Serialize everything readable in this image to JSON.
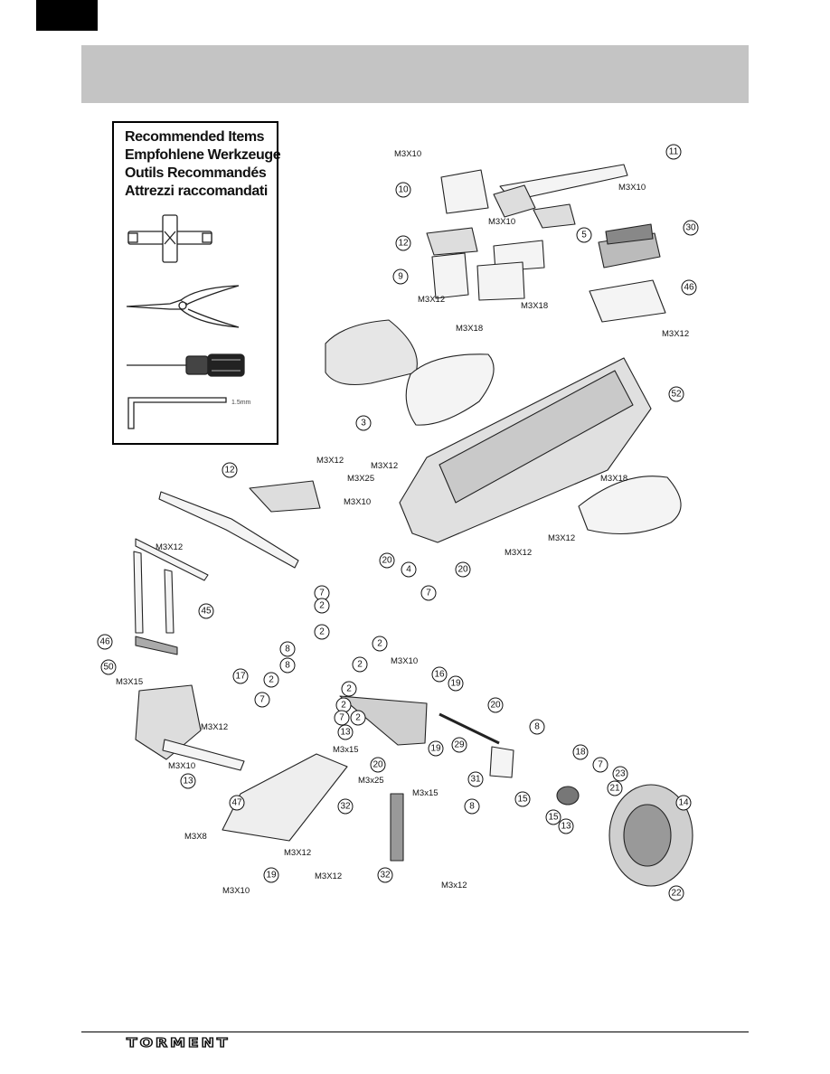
{
  "recommended_items": {
    "titles": [
      "Recommended Items",
      "Empfohlene Werkzeuge",
      "Outils Recommandés",
      "Attrezzi raccomandati"
    ],
    "tools": [
      {
        "name": "cross-wrench"
      },
      {
        "name": "needle-nose-pliers"
      },
      {
        "name": "screwdriver"
      },
      {
        "name": "hex-wrench",
        "label": "1.5mm"
      }
    ]
  },
  "callouts": [
    {
      "id": "11",
      "n": "11"
    },
    {
      "id": "10",
      "n": "10"
    },
    {
      "id": "30",
      "n": "30"
    },
    {
      "id": "12a",
      "n": "12"
    },
    {
      "id": "5",
      "n": "5"
    },
    {
      "id": "9",
      "n": "9"
    },
    {
      "id": "46a",
      "n": "46"
    },
    {
      "id": "3",
      "n": "3"
    },
    {
      "id": "52",
      "n": "52"
    },
    {
      "id": "12b",
      "n": "12"
    },
    {
      "id": "45",
      "n": "45"
    },
    {
      "id": "46b",
      "n": "46"
    },
    {
      "id": "50",
      "n": "50"
    },
    {
      "id": "20a",
      "n": "20"
    },
    {
      "id": "4",
      "n": "4"
    },
    {
      "id": "20b",
      "n": "20"
    },
    {
      "id": "7a",
      "n": "7"
    },
    {
      "id": "2a",
      "n": "2"
    },
    {
      "id": "7b",
      "n": "7"
    },
    {
      "id": "2b",
      "n": "2"
    },
    {
      "id": "8a",
      "n": "8"
    },
    {
      "id": "2c",
      "n": "2"
    },
    {
      "id": "8b",
      "n": "8"
    },
    {
      "id": "2d",
      "n": "2"
    },
    {
      "id": "2e",
      "n": "2"
    },
    {
      "id": "2f",
      "n": "2"
    },
    {
      "id": "7c",
      "n": "7"
    },
    {
      "id": "2g",
      "n": "2"
    },
    {
      "id": "7d",
      "n": "7"
    },
    {
      "id": "2h",
      "n": "2"
    },
    {
      "id": "17",
      "n": "17"
    },
    {
      "id": "16",
      "n": "16"
    },
    {
      "id": "19a",
      "n": "19"
    },
    {
      "id": "20c",
      "n": "20"
    },
    {
      "id": "8c",
      "n": "8"
    },
    {
      "id": "13a",
      "n": "13"
    },
    {
      "id": "29",
      "n": "29"
    },
    {
      "id": "19b",
      "n": "19"
    },
    {
      "id": "20d",
      "n": "20"
    },
    {
      "id": "13b",
      "n": "13"
    },
    {
      "id": "18",
      "n": "18"
    },
    {
      "id": "7e",
      "n": "7"
    },
    {
      "id": "31",
      "n": "31"
    },
    {
      "id": "23",
      "n": "23"
    },
    {
      "id": "47",
      "n": "47"
    },
    {
      "id": "32a",
      "n": "32"
    },
    {
      "id": "8d",
      "n": "8"
    },
    {
      "id": "15a",
      "n": "15"
    },
    {
      "id": "21",
      "n": "21"
    },
    {
      "id": "14",
      "n": "14"
    },
    {
      "id": "15b",
      "n": "15"
    },
    {
      "id": "13c",
      "n": "13"
    },
    {
      "id": "19c",
      "n": "19"
    },
    {
      "id": "32b",
      "n": "32"
    },
    {
      "id": "22",
      "n": "22"
    }
  ],
  "screw_labels": [
    {
      "id": "s1",
      "text": "M3X10"
    },
    {
      "id": "s2",
      "text": "M3X10"
    },
    {
      "id": "s3",
      "text": "M3X10"
    },
    {
      "id": "s4",
      "text": "M3X12"
    },
    {
      "id": "s5",
      "text": "M3X18"
    },
    {
      "id": "s6",
      "text": "M3X18"
    },
    {
      "id": "s7",
      "text": "M3X12"
    },
    {
      "id": "s8",
      "text": "M3X12"
    },
    {
      "id": "s9",
      "text": "M3X12"
    },
    {
      "id": "s10",
      "text": "M3X25"
    },
    {
      "id": "s11",
      "text": "M3X10"
    },
    {
      "id": "s12",
      "text": "M3X18"
    },
    {
      "id": "s13",
      "text": "M3X12"
    },
    {
      "id": "s14",
      "text": "M3X12"
    },
    {
      "id": "s15",
      "text": "M3X12"
    },
    {
      "id": "s16",
      "text": "M3X10"
    },
    {
      "id": "s17",
      "text": "M3X15"
    },
    {
      "id": "s18",
      "text": "M3X12"
    },
    {
      "id": "s19",
      "text": "M3X10"
    },
    {
      "id": "s20",
      "text": "M3x15"
    },
    {
      "id": "s21",
      "text": "M3x15"
    },
    {
      "id": "s22",
      "text": "M3x25"
    },
    {
      "id": "s23",
      "text": "M3X8"
    },
    {
      "id": "s24",
      "text": "M3X12"
    },
    {
      "id": "s25",
      "text": "M3X12"
    },
    {
      "id": "s26",
      "text": "M3X10"
    },
    {
      "id": "s27",
      "text": "M3x12"
    }
  ],
  "footer": {
    "logo_text": "TORMENT"
  }
}
